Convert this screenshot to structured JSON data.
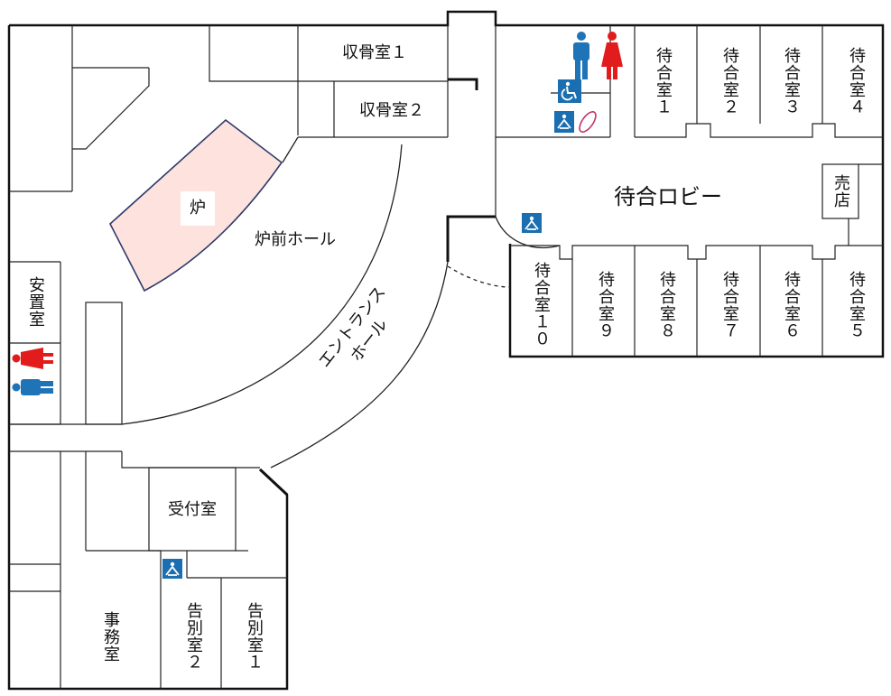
{
  "rooms": {
    "ash_room_1": "収骨室１",
    "ash_room_2": "収骨室２",
    "furnace": "炉",
    "furnace_hall": "炉前ホール",
    "entrance_hall": "エントランス\nホール",
    "mortuary": "安置室",
    "reception": "受付室",
    "office": "事務室",
    "farewell_2": "告別室２",
    "farewell_1": "告別室１",
    "waiting_lobby": "待合ロビー",
    "shop": "売店",
    "waiting_rooms_top": [
      "待合室１",
      "待合室２",
      "待合室３",
      "待合室４"
    ],
    "waiting_rooms_bottom": [
      "待合室１０",
      "待合室９",
      "待合室８",
      "待合室７",
      "待合室６",
      "待合室５"
    ]
  },
  "icons": {
    "restroom_male": "male-restroom-icon",
    "restroom_female": "female-restroom-icon",
    "accessible_toilet": "wheelchair-icon",
    "baby_changing": "baby-changing-icon",
    "ostomate": "ostomate-icon"
  },
  "colors": {
    "wall": "#111111",
    "furnace_fill": "#fde2de",
    "male": "#1f73b7",
    "female": "#e21c1c",
    "sign_bg": "#1b6fb0"
  }
}
